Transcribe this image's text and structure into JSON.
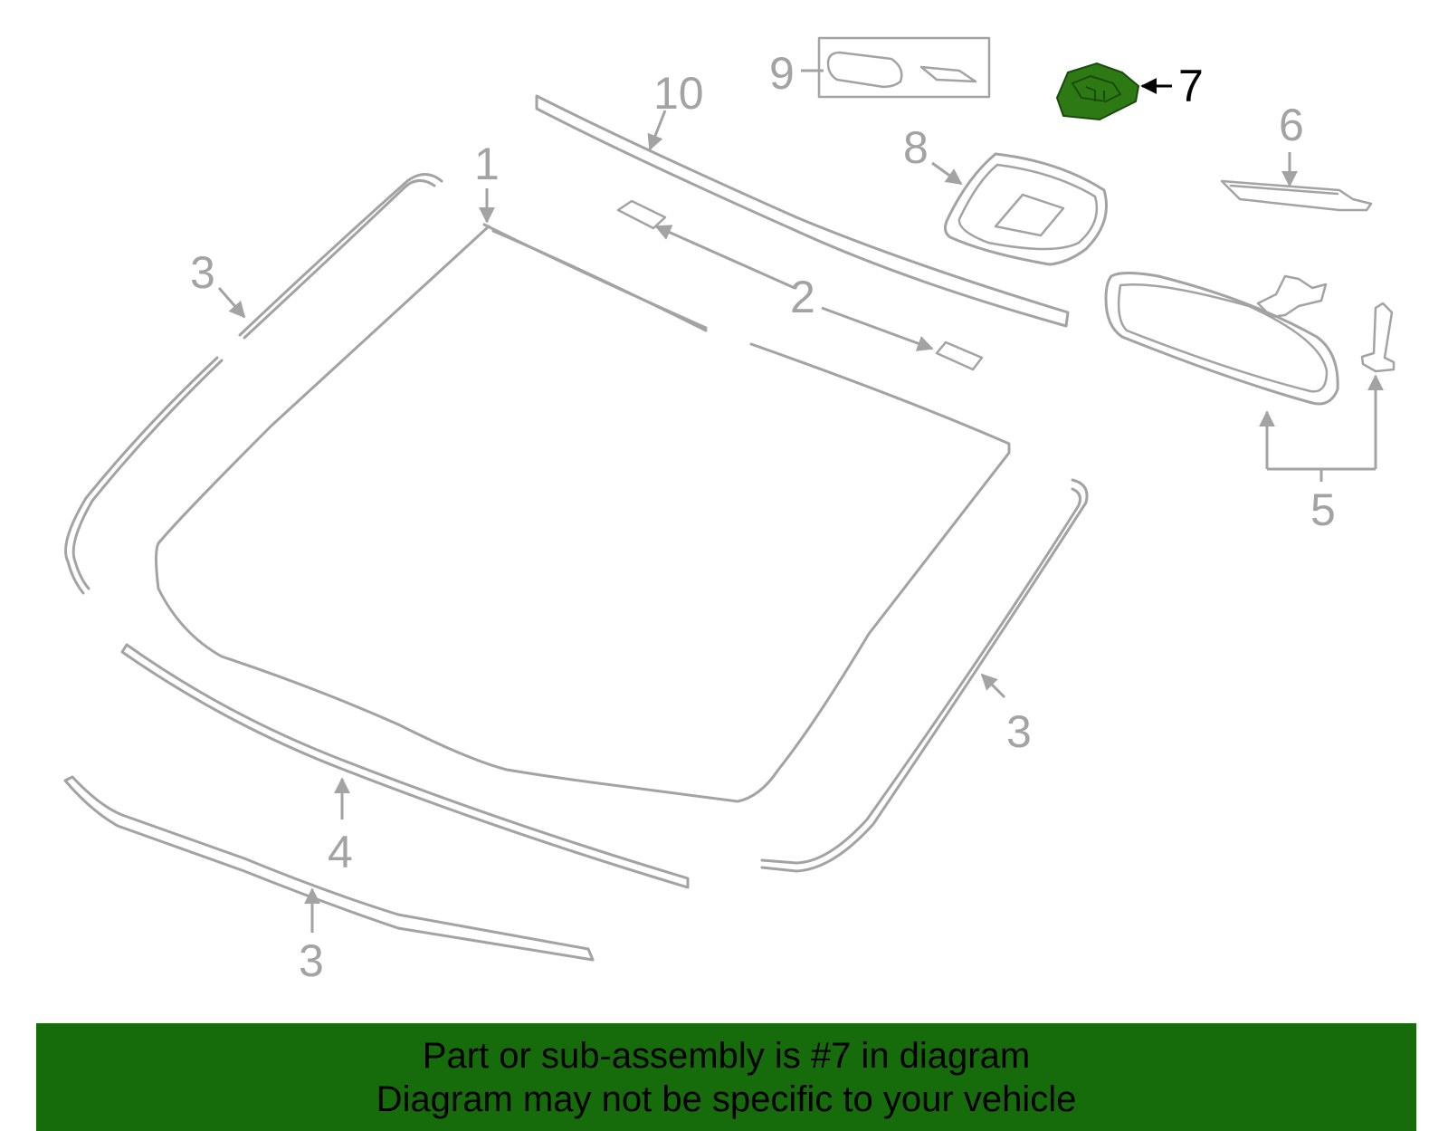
{
  "diagram": {
    "callouts": {
      "c1": "1",
      "c2": "2",
      "c3a": "3",
      "c3b": "3",
      "c3c": "3",
      "c4": "4",
      "c5": "5",
      "c6": "6",
      "c7": "7",
      "c8": "8",
      "c9": "9",
      "c10": "10"
    },
    "highlighted_part": "7",
    "colors": {
      "line_art": "#a3a3a3",
      "highlight_fill": "#2d7a15",
      "banner_bg": "#166b0a",
      "active_callout": "#000000"
    }
  },
  "banner": {
    "line1": "Part or sub-assembly is #7 in diagram",
    "line2": "Diagram may not be specific to your vehicle"
  }
}
